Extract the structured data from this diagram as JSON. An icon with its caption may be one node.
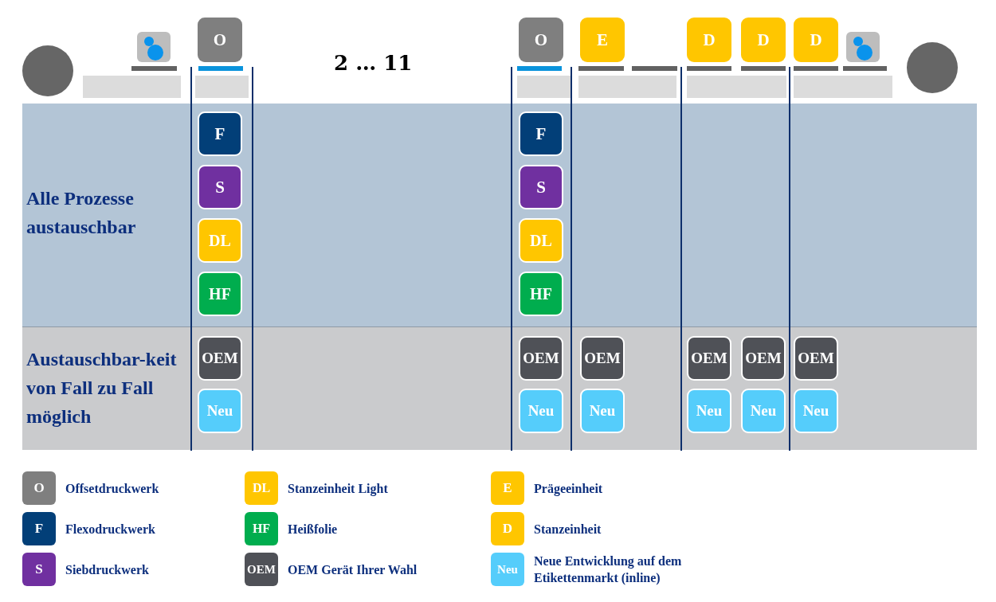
{
  "diagram": {
    "nodes": [
      {
        "text": [
          "Alle Prozesse austauschbar"
        ]
      },
      {
        "text": [
          "Austauschbar-keit von Fall zu Fall möglich"
        ]
      },
      {
        "text": [
          "O"
        ]
      },
      {
        "text": [
          "O"
        ]
      },
      {
        "text": [
          "E"
        ]
      },
      {
        "text": [
          "D"
        ]
      },
      {
        "text": [
          "D"
        ]
      },
      {
        "text": [
          "D"
        ]
      },
      {
        "text": [
          "F"
        ],
        "in": 0
      },
      {
        "text": [
          "S"
        ],
        "in": 0
      },
      {
        "text": [
          "DL"
        ],
        "in": 0
      },
      {
        "text": [
          "HF"
        ],
        "in": 0
      },
      {
        "text": [
          "F"
        ],
        "in": 0
      },
      {
        "text": [
          "S"
        ],
        "in": 0
      },
      {
        "text": [
          "DL"
        ],
        "in": 0
      },
      {
        "text": [
          "HF"
        ],
        "in": 0
      },
      {
        "text": [
          "OEM"
        ],
        "in": 1
      },
      {
        "text": [
          "OEM"
        ],
        "in": 1
      },
      {
        "text": [
          "OEM"
        ],
        "in": 1
      },
      {
        "text": [
          "OEM"
        ],
        "in": 1
      },
      {
        "text": [
          "OEM"
        ],
        "in": 1
      },
      {
        "text": [
          "OEM"
        ],
        "in": 1
      },
      {
        "text": [
          "Neu"
        ],
        "in": 1
      },
      {
        "text": [
          "Neu"
        ],
        "in": 1
      },
      {
        "text": [
          "Neu"
        ],
        "in": 1
      },
      {
        "text": [
          "Neu"
        ],
        "in": 1
      },
      {
        "text": [
          "Neu"
        ],
        "in": 1
      },
      {
        "text": [
          "Neu"
        ],
        "in": 1
      }
    ],
    "edges": [],
    "labels": [
      "2 … 11",
      "O",
      "F",
      "S",
      "DL",
      "HF",
      "OEM",
      "E",
      "D",
      "Neu"
    ],
    "legend": [
      {
        "text": "Offsetdruckwerk",
        "color": "#7f7f7f"
      },
      {
        "text": "Flexodruckwerk",
        "color": "#023f78"
      },
      {
        "text": "Siebdruckwerk",
        "color": "#7030a0"
      },
      {
        "text": "Stanzeinheit Light",
        "color": "#ffc600"
      },
      {
        "text": "Heißfolie",
        "color": "#00ad4e"
      },
      {
        "text": "OEM Gerät Ihrer Wahl",
        "color": "#4f5157"
      },
      {
        "text": "Prägeeinheit",
        "color": "#ffc600"
      },
      {
        "text": "Stanzeinheit",
        "color": "#ffc600"
      },
      {
        "text": "Neue Entwicklung auf dem Etikettenmarkt (inline)",
        "color": "#55cdfb"
      }
    ]
  }
}
